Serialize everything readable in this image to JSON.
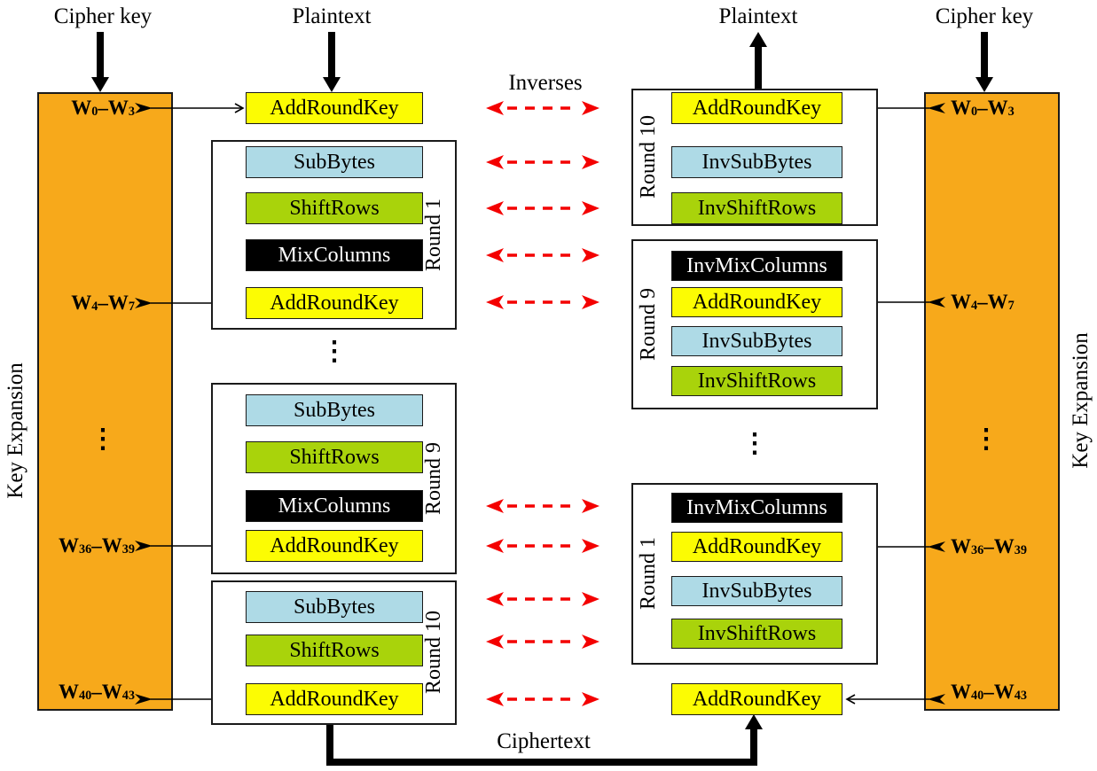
{
  "titles": {
    "cipher_key_left": "Cipher key",
    "plaintext_left": "Plaintext",
    "plaintext_right": "Plaintext",
    "cipher_key_right": "Cipher key",
    "inverses": "Inverses",
    "ciphertext": "Ciphertext",
    "key_expansion_left": "Key Expansion",
    "key_expansion_right": "Key Expansion"
  },
  "dots": "⋮",
  "w_labels": [
    {
      "p1": "W",
      "s1": "0",
      "p2": "–W",
      "s2": "3"
    },
    {
      "p1": "W",
      "s1": "4",
      "p2": "–W",
      "s2": "7"
    },
    {
      "p1": "W",
      "s1": "36",
      "p2": "–W",
      "s2": "39"
    },
    {
      "p1": "W",
      "s1": "40",
      "p2": "–W",
      "s2": "43"
    }
  ],
  "encryption": {
    "initial_add_round_key": "AddRoundKey",
    "round1": {
      "name": "Round 1",
      "sub_bytes": "SubBytes",
      "shift_rows": "ShiftRows",
      "mix_columns": "MixColumns",
      "add_round_key": "AddRoundKey"
    },
    "round9": {
      "name": "Round 9",
      "sub_bytes": "SubBytes",
      "shift_rows": "ShiftRows",
      "mix_columns": "MixColumns",
      "add_round_key": "AddRoundKey"
    },
    "round10": {
      "name": "Round 10",
      "sub_bytes": "SubBytes",
      "shift_rows": "ShiftRows",
      "add_round_key": "AddRoundKey"
    }
  },
  "decryption": {
    "round10": {
      "name": "Round 10",
      "add_round_key": "AddRoundKey",
      "inv_sub_bytes": "InvSubBytes",
      "inv_shift_rows": "InvShiftRows"
    },
    "round9": {
      "name": "Round 9",
      "inv_mix_columns": "InvMixColumns",
      "add_round_key": "AddRoundKey",
      "inv_sub_bytes": "InvSubBytes",
      "inv_shift_rows": "InvShiftRows"
    },
    "round1": {
      "name": "Round 1",
      "inv_mix_columns": "InvMixColumns",
      "add_round_key": "AddRoundKey",
      "inv_sub_bytes": "InvSubBytes",
      "inv_shift_rows": "InvShiftRows"
    },
    "final_add_round_key": "AddRoundKey"
  },
  "colors": {
    "orange": "#F7A91B",
    "yellow": "#FCFC03",
    "light_blue": "#AEDAE6",
    "green": "#A9D30B",
    "black_box": "#000000",
    "red_arrow": "#F40000",
    "background": "#FFFFFF"
  }
}
